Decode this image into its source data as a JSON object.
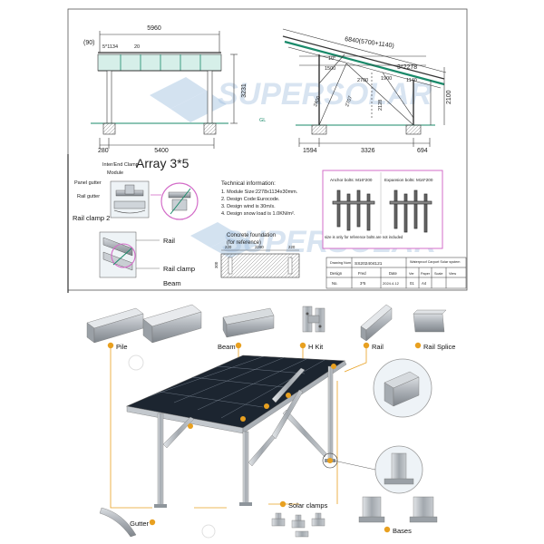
{
  "drawing": {
    "front": {
      "width": "5960",
      "left": "(90)",
      "pitch": "5*1134",
      "gap": "20",
      "height": "3231",
      "base_offset": "280",
      "span": "5400"
    },
    "side": {
      "total": "6840(5700+1140)",
      "panels": "3*2278",
      "d1500": "1500",
      "d2700": "2700",
      "d1900": "1900",
      "d1140": "1140",
      "d2400": "2400",
      "d2100": "2100",
      "d2707": "2707",
      "d2128": "2128",
      "d1594": "1594",
      "d3326": "3326",
      "d694": "694",
      "angle": "10°",
      "ground": "GL"
    },
    "array_label": "Array 3*5",
    "detail_labels": {
      "clamp": "Inter/End Clamp",
      "module": "Module",
      "panel_gutter": "Panel gutter",
      "rail_gutter": "Rail gutter",
      "rail_clamp2": "Rail clamp 2",
      "rail": "Rail",
      "rail_clamp": "Rail clamp",
      "beam": "Beam"
    },
    "tech_title": "Technical information:",
    "tech_items": [
      "1. Module Size:2278x1134x30mm.",
      "2. Design Code:Eurocode.",
      "3. Design wind is 30m/s.",
      "4. Design snow load is 1.0KN/m²."
    ],
    "anchor_bolt": "Anchor bolts: M16*200",
    "expansion_bolt": "Expansion bolts: M16*200",
    "bolt_note": "size is only for reference bolts are not included",
    "foundation_title": "Concrete foundation",
    "foundation_sub": "(for reference)",
    "foundation_dims": {
      "w": "2280",
      "s1": "220",
      "s2": "220",
      "h": "300"
    },
    "title_block": {
      "drawing_label": "Drawing Num",
      "drawing_num": "SS202404121",
      "project": "Waterproof Carport Solar system",
      "design_label": "Design",
      "designer": "Fred",
      "date_label": "Date",
      "ver_label": "Ver",
      "paper_label": "Paper",
      "scale_label": "Scale",
      "view_label": "View",
      "no_label": "No.",
      "array": "3*5",
      "date": "2024.4.12",
      "ver": "01",
      "paper": "A4"
    }
  },
  "watermark": "SUPERSOLAR",
  "parts": {
    "pile": "Pile",
    "beam": "Beam",
    "h_kit": "H Kit",
    "rail": "Rail",
    "rail_splice": "Rail Splice",
    "solar_clamps": "Solar clamps",
    "gutter": "Gutter",
    "bases": "Bases"
  },
  "colors": {
    "accent": "#e8a020",
    "line": "#333333",
    "panel": "#1c2530",
    "metal": "#b8bdc3",
    "highlight": "#d36cc8"
  }
}
